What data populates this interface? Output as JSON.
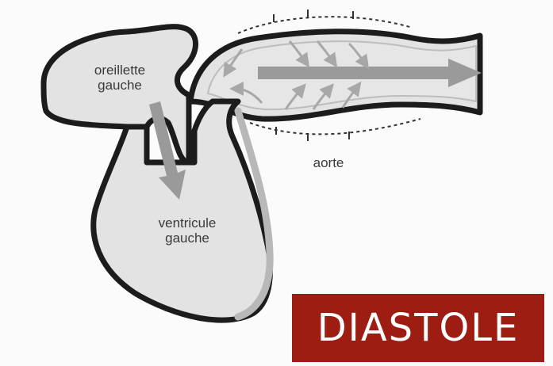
{
  "labels": {
    "oreillette_line1": "oreillette",
    "oreillette_line2": "gauche",
    "ventricule_line1": "ventricule",
    "ventricule_line2": "gauche",
    "aorte": "aorte"
  },
  "title": "DIASTOLE",
  "colors": {
    "tissue_fill": "#e3e3e3",
    "outline": "#1c1c1c",
    "arrow": "#9a9a9a",
    "badge_bg": "#9e1d12",
    "badge_text": "#ffffff"
  }
}
